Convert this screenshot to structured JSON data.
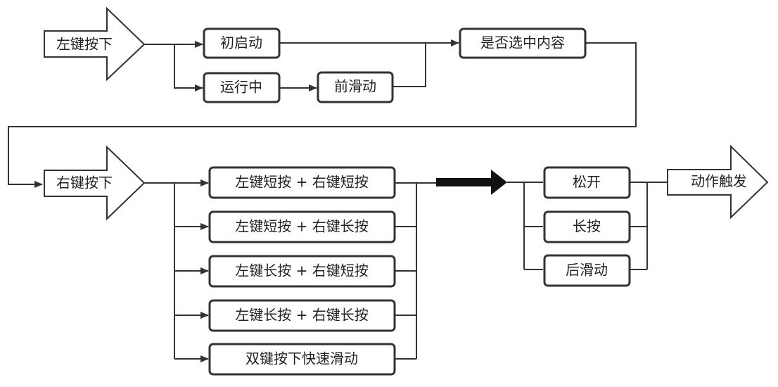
{
  "nodes": {
    "left_press": "左键按下",
    "initial_start": "初启动",
    "running": "运行中",
    "pre_slide": "前滑动",
    "content_selected": "是否选中内容",
    "right_press": "右键按下",
    "combo_1": "左键短按 + 右键短按",
    "combo_2": "左键短按 + 右键长按",
    "combo_3": "左键长按 + 右键短按",
    "combo_4": "左键长按 + 右键长按",
    "combo_5": "双键按下快速滑动",
    "release": "松开",
    "long_press": "长按",
    "post_slide": "后滑动",
    "action_trigger": "动作触发"
  }
}
